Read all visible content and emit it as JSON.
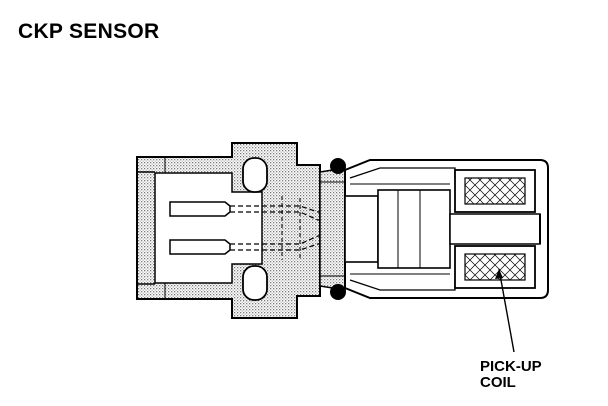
{
  "title": "CKP SENSOR",
  "callout": {
    "line1": "PICK-UP",
    "line2": "COIL"
  },
  "colors": {
    "ink": "#000000",
    "paper": "#ffffff",
    "hatch": "#8a8a8a"
  }
}
